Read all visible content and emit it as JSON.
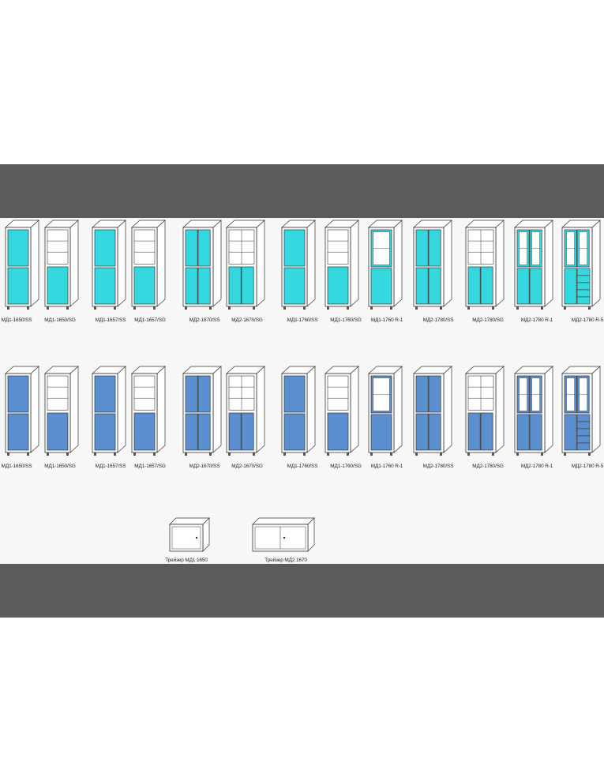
{
  "colors": {
    "band": "#5b5b5b",
    "cyan": "#35d8df",
    "blue": "#5b8fd0",
    "background": "#f7f7f7",
    "line": "#333333"
  },
  "rows": [
    {
      "color": "cyan",
      "cabinets": [
        {
          "label": "МД1-1650/SS",
          "type": "ss-narrow"
        },
        {
          "label": "МД1-1650/SG",
          "type": "sg-narrow"
        },
        {
          "label": "МД1-1657/SS",
          "type": "ss-narrow"
        },
        {
          "label": "МД1-1657/SG",
          "type": "sg-narrow"
        },
        {
          "label": "МД2-1670/SS",
          "type": "ss-wide"
        },
        {
          "label": "МД2-1670/SG",
          "type": "sg-wide"
        },
        {
          "label": "МД1-1760/SS",
          "type": "ss-narrow"
        },
        {
          "label": "МД1-1760/SG",
          "type": "sg-narrow"
        },
        {
          "label": "МД1-1760 R-1",
          "type": "r1-narrow"
        },
        {
          "label": "МД2-1780/SS",
          "type": "ss-wide"
        },
        {
          "label": "МД2-1780/SG",
          "type": "sg-wide"
        },
        {
          "label": "МД2-1780 R-1",
          "type": "r1-wide"
        },
        {
          "label": "МД2-1780 R-5",
          "type": "r5-wide"
        }
      ]
    },
    {
      "color": "blue",
      "cabinets": [
        {
          "label": "МД1-1650/SS",
          "type": "ss-narrow"
        },
        {
          "label": "МД1-1650/SG",
          "type": "sg-narrow"
        },
        {
          "label": "МД1-1657/SS",
          "type": "ss-narrow"
        },
        {
          "label": "МД1-1657/SG",
          "type": "sg-narrow"
        },
        {
          "label": "МД2-1670/SS",
          "type": "ss-wide"
        },
        {
          "label": "МД2-1670/SG",
          "type": "sg-wide"
        },
        {
          "label": "МД1-1760/SS",
          "type": "ss-narrow"
        },
        {
          "label": "МД1-1760/SG",
          "type": "sg-narrow"
        },
        {
          "label": "МД1-1760 R-1",
          "type": "r1-narrow"
        },
        {
          "label": "МД2-1780/SS",
          "type": "ss-wide"
        },
        {
          "label": "МД2-1780/SG",
          "type": "sg-wide"
        },
        {
          "label": "МД2-1780 R-1",
          "type": "r1-wide"
        },
        {
          "label": "МД2-1780 R-5",
          "type": "r5-wide"
        }
      ]
    }
  ],
  "toppers": [
    {
      "label": "Трейзер МД1 1650",
      "type": "narrow"
    },
    {
      "label": "Трейзер МД2 1670",
      "type": "wide"
    }
  ]
}
